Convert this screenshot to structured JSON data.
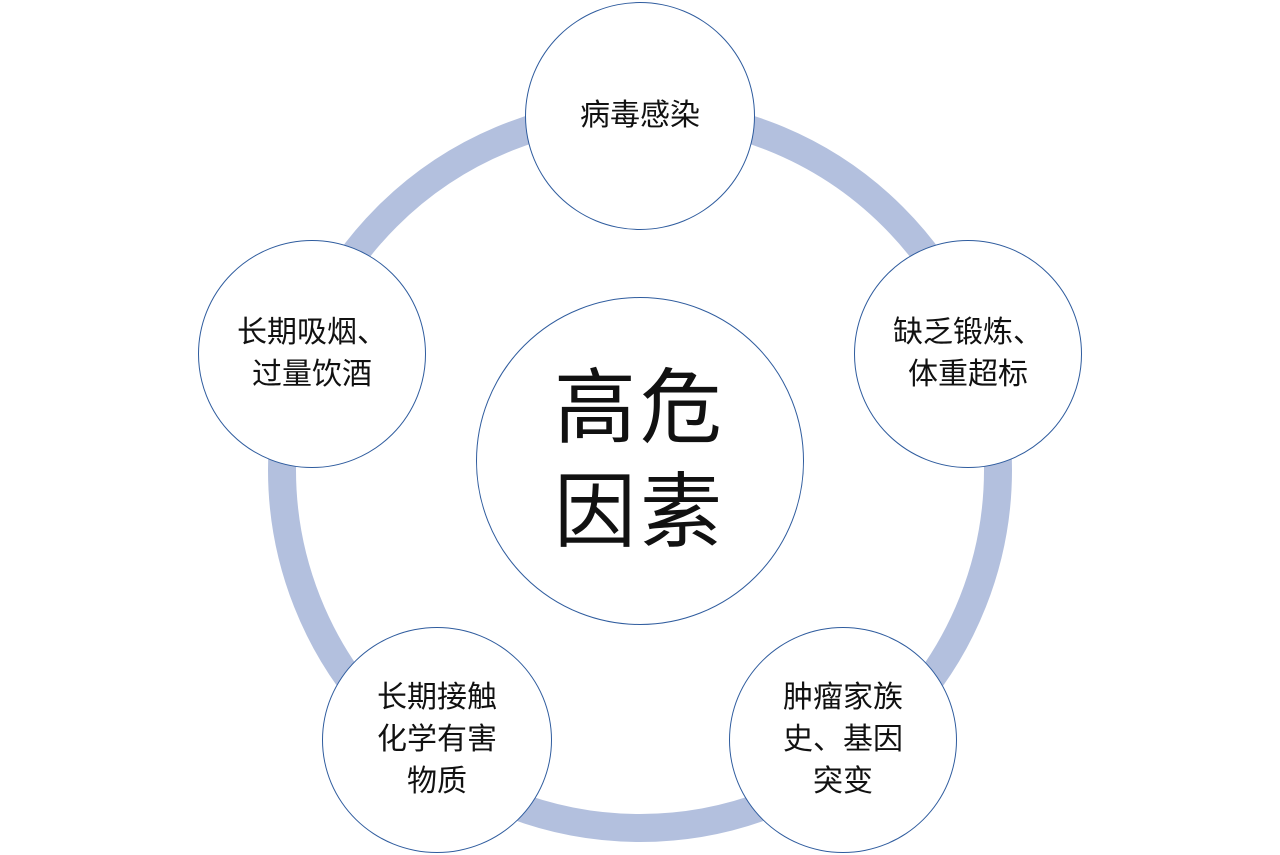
{
  "diagram": {
    "ring_color": "#b3c0de",
    "border_color": "#2f5c9e",
    "center": {
      "lines": [
        "高危",
        "因素"
      ]
    },
    "factors": [
      {
        "id": "virus",
        "lines": [
          "病毒感染"
        ]
      },
      {
        "id": "exercise",
        "lines": [
          "缺乏锻炼、",
          "体重超标"
        ]
      },
      {
        "id": "family",
        "lines": [
          "肿瘤家族",
          "史、基因",
          "突变"
        ]
      },
      {
        "id": "chemical",
        "lines": [
          "长期接触",
          "化学有害",
          "物质"
        ]
      },
      {
        "id": "smoking",
        "lines": [
          "长期吸烟、",
          "过量饮酒"
        ]
      }
    ]
  }
}
